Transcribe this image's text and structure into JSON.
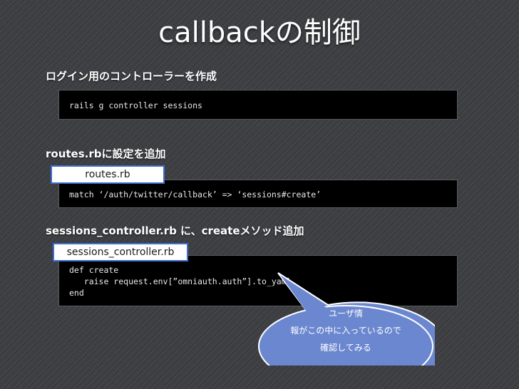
{
  "slide": {
    "title": "callbackの制御",
    "section1": {
      "heading": "ログイン用のコントローラーを作成",
      "code": [
        "rails g controller sessions"
      ]
    },
    "section2": {
      "heading": "routes.rbに設定を追加",
      "file_label": "routes.rb",
      "code": [
        "match ‘/auth/twitter/callback’ => ‘sessions#create’"
      ]
    },
    "section3": {
      "heading": "sessions_controller.rb に、createメソッド追加",
      "file_label": "sessions_controller.rb",
      "code": [
        "def create",
        "   raise request.env[”omniauth.auth”].to_yaml",
        "end"
      ]
    },
    "callout": {
      "lines": [
        "ユーザ情",
        "報がこの中に入っているので",
        "確認してみる"
      ]
    }
  },
  "colors": {
    "background": "#3b3d40",
    "code_background": "#000000",
    "tab_border": "#3d6fd1",
    "bubble_fill": "#6b87cf",
    "bubble_stroke": "#ffffff"
  }
}
